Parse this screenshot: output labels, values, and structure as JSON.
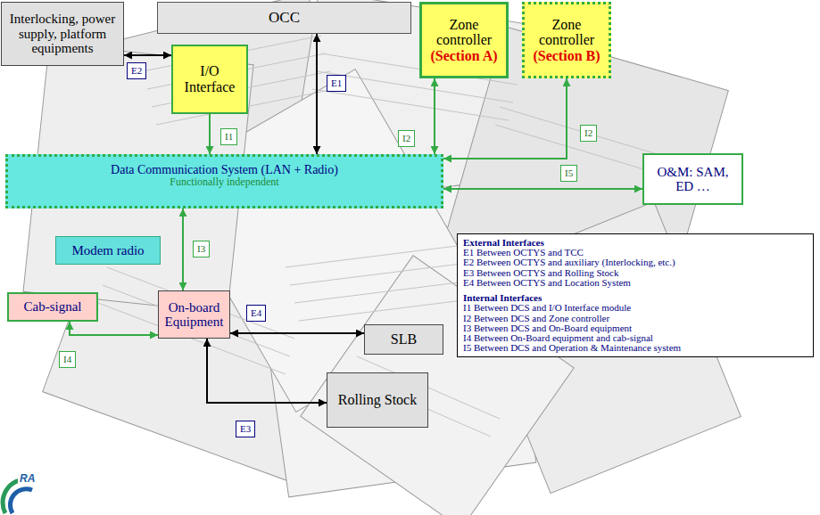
{
  "diagram": {
    "nodes": [
      {
        "text": [
          "Interlocking, power supply, platform equipments"
        ]
      },
      {
        "text": [
          "OCC"
        ]
      },
      {
        "text": [
          "I/O Interface"
        ]
      },
      {
        "text": [
          "Zone controller",
          "(Section A)"
        ]
      },
      {
        "text": [
          "Zone controller",
          "(Section B)"
        ]
      },
      {
        "text": [
          "Data Communication System (LAN + Radio)",
          "Functionally independent"
        ]
      },
      {
        "text": [
          "O&M: SAM, ED …"
        ]
      },
      {
        "text": [
          "Modem radio"
        ]
      },
      {
        "text": [
          "Cab-signal"
        ]
      },
      {
        "text": [
          "On-board Equipment"
        ]
      },
      {
        "text": [
          "SLB"
        ]
      },
      {
        "text": [
          "Rolling Stock"
        ]
      },
      {
        "text": [
          "External Interfaces",
          "E1 Between OCTYS and TCC",
          "E2 Between OCTYS and auxiliary (Interlocking, etc.)",
          "E3 Between OCTYS and Rolling Stock",
          "E4 Between OCTYS and Location System",
          "Internal Interfaces",
          "I1 Between DCS and I/O Interface module",
          "I2 Between DCS and Zone controller",
          "I3 Between DCS and On-Board equipment",
          "I4 Between On-Board equipment and cab-signal",
          "I5 Between DCS and Operation & Maintenance system"
        ]
      }
    ],
    "edges": [
      {
        "from": 0,
        "to": 2,
        "arrow": "both",
        "label": "E2"
      },
      {
        "from": 1,
        "to": 5,
        "arrow": "both",
        "label": "E1"
      },
      {
        "from": 2,
        "to": 5,
        "arrow": "to",
        "label": "I1"
      },
      {
        "from": 3,
        "to": 5,
        "arrow": "both",
        "label": "I2"
      },
      {
        "from": 4,
        "to": 5,
        "arrow": "both",
        "label": "I2"
      },
      {
        "from": 5,
        "to": 6,
        "arrow": "both",
        "label": "I5"
      },
      {
        "from": 5,
        "to": 9,
        "arrow": "both",
        "label": "I3"
      },
      {
        "from": 9,
        "to": 8,
        "arrow": "both",
        "label": "I4"
      },
      {
        "from": 9,
        "to": 10,
        "arrow": "both",
        "label": "E4"
      },
      {
        "from": 9,
        "to": 11,
        "arrow": "both",
        "label": "E3"
      }
    ],
    "labels": [
      "RA"
    ]
  }
}
